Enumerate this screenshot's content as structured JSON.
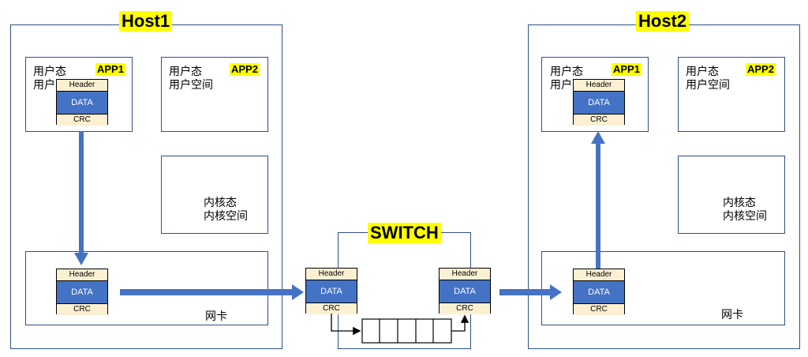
{
  "hosts": [
    {
      "title": "Host1",
      "user_space": [
        {
          "app": "APP1",
          "line1": "用户态",
          "line2": "用户空间"
        },
        {
          "app": "APP2",
          "line1": "用户态",
          "line2": "用户空间"
        }
      ],
      "kernel": {
        "line1": "内核态",
        "line2": "内核空间"
      },
      "nic": {
        "label": "网卡"
      }
    },
    {
      "title": "Host2",
      "user_space": [
        {
          "app": "APP1",
          "line1": "用户态",
          "line2": "用户空间"
        },
        {
          "app": "APP2",
          "line1": "用户态",
          "line2": "用户空间"
        }
      ],
      "kernel": {
        "line1": "内核态",
        "line2": "内核空间"
      },
      "nic": {
        "label": "网卡"
      }
    }
  ],
  "switch": {
    "title": "SWITCH"
  },
  "packet": {
    "header": "Header",
    "data": "DATA",
    "crc": "CRC"
  },
  "colors": {
    "border": "#2f4f86",
    "arrow": "#4472c4",
    "highlight": "#ffff00",
    "packet_data": "#4472c4",
    "packet_edge": "#fdf0d2"
  }
}
